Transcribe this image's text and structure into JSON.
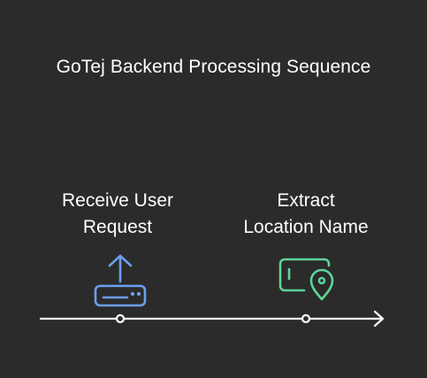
{
  "title": "GoTej Backend Processing Sequence",
  "colors": {
    "background": "#2b2b2b",
    "text": "#ffffff",
    "step1_icon": "#6d9ff2",
    "step2_icon": "#5fd49a",
    "timeline": "#ffffff"
  },
  "steps": [
    {
      "label": "Receive User\nRequest",
      "icon": "upload-to-server-icon"
    },
    {
      "label": "Extract\nLocation Name",
      "icon": "card-location-pin-icon"
    }
  ]
}
